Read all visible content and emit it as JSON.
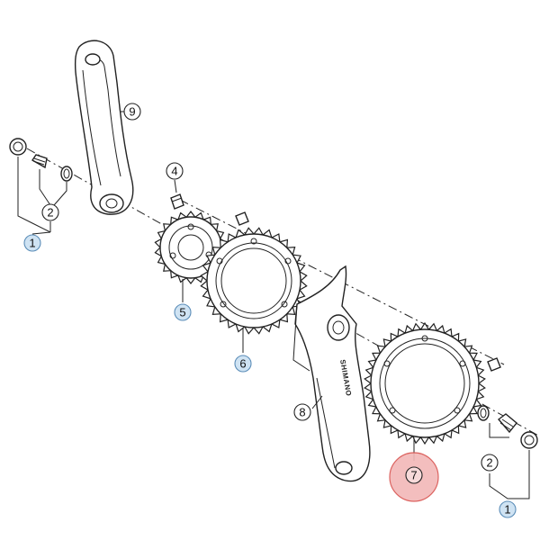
{
  "diagram": {
    "crank_brand": "SHIMANO",
    "callouts": [
      {
        "id": "c1a",
        "label": "1",
        "style": "blue"
      },
      {
        "id": "c2a",
        "label": "2",
        "style": "plain"
      },
      {
        "id": "c4",
        "label": "4",
        "style": "plain"
      },
      {
        "id": "c5",
        "label": "5",
        "style": "blue"
      },
      {
        "id": "c6",
        "label": "6",
        "style": "blue"
      },
      {
        "id": "c7",
        "label": "7",
        "style": "highlight"
      },
      {
        "id": "c8",
        "label": "8",
        "style": "plain"
      },
      {
        "id": "c9",
        "label": "9",
        "style": "plain"
      },
      {
        "id": "c2b",
        "label": "2",
        "style": "plain"
      },
      {
        "id": "c1b",
        "label": "1",
        "style": "blue"
      }
    ],
    "colors": {
      "outline": "#222222",
      "blue_callout_fill": "#cfe3f3",
      "blue_callout_stroke": "#5b8db8",
      "highlight_fill": "#f2b8b8"
    }
  }
}
